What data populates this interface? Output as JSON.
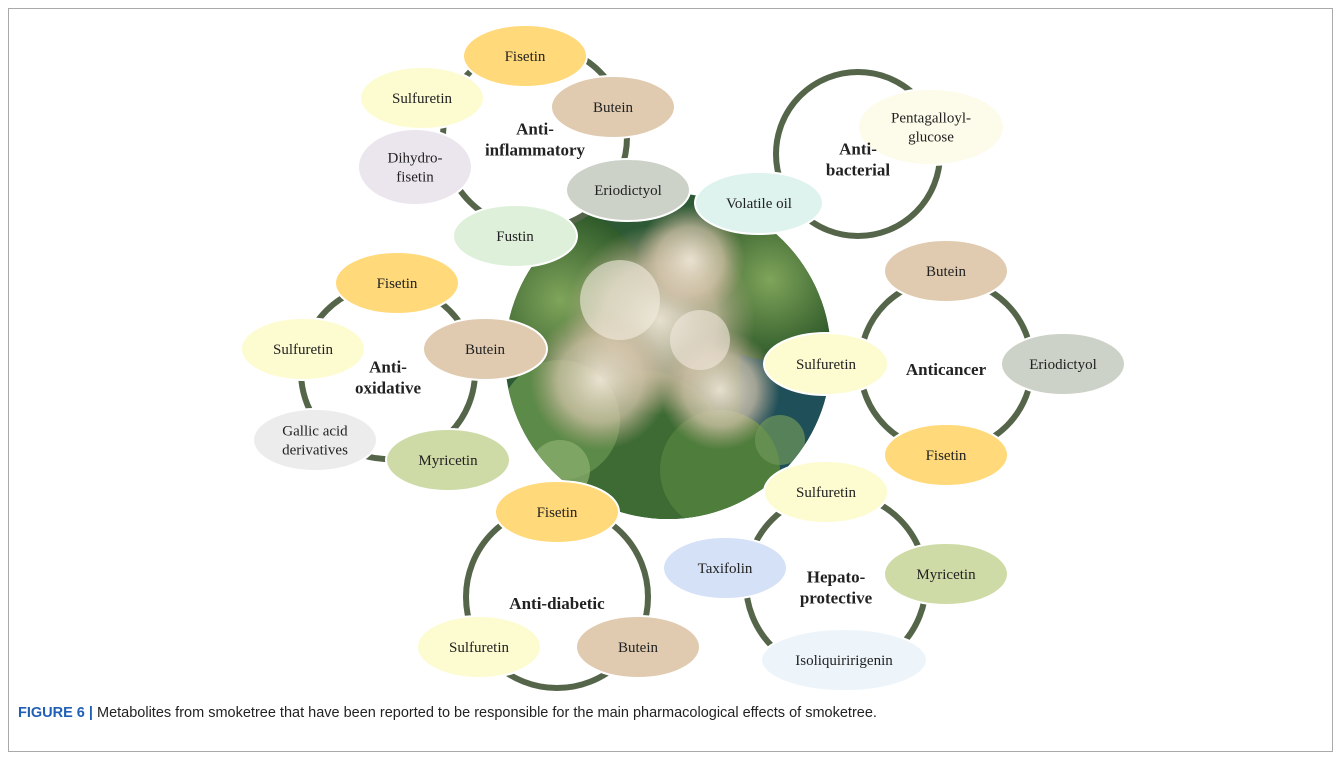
{
  "photo_alt": "smoketree",
  "clusters": [
    {
      "id": "anti-inflammatory",
      "title": [
        "Anti-",
        "inflammatory"
      ],
      "nodes": [
        {
          "label": [
            "Fisetin"
          ],
          "color": "#ffd97a"
        },
        {
          "label": [
            "Butein"
          ],
          "color": "#e0cbb0"
        },
        {
          "label": [
            "Eriodictyol"
          ],
          "color": "#cdd2c8"
        },
        {
          "label": [
            "Fustin"
          ],
          "color": "#def0da"
        },
        {
          "label": [
            "Dihydro-",
            "fisetin"
          ],
          "color": "#ebe6ee"
        },
        {
          "label": [
            "Sulfuretin"
          ],
          "color": "#fdfbd0"
        }
      ]
    },
    {
      "id": "anti-bacterial",
      "title": [
        "Anti-",
        "bacterial"
      ],
      "nodes": [
        {
          "label": [
            "Pentagalloyl-",
            "glucose"
          ],
          "color": "#fdfbea"
        },
        {
          "label": [
            "Volatile oil"
          ],
          "color": "#def3ee"
        }
      ]
    },
    {
      "id": "anti-oxidative",
      "title": [
        "Anti-",
        "oxidative"
      ],
      "nodes": [
        {
          "label": [
            "Fisetin"
          ],
          "color": "#ffd97a"
        },
        {
          "label": [
            "Butein"
          ],
          "color": "#e0cbb0"
        },
        {
          "label": [
            "Myricetin"
          ],
          "color": "#cfdba6"
        },
        {
          "label": [
            "Gallic acid",
            "derivatives"
          ],
          "color": "#ececec"
        },
        {
          "label": [
            "Sulfuretin"
          ],
          "color": "#fdfbd0"
        }
      ]
    },
    {
      "id": "anticancer",
      "title": [
        "Anticancer"
      ],
      "nodes": [
        {
          "label": [
            "Butein"
          ],
          "color": "#e0cbb0"
        },
        {
          "label": [
            "Eriodictyol"
          ],
          "color": "#cdd2c8"
        },
        {
          "label": [
            "Fisetin"
          ],
          "color": "#ffd97a"
        },
        {
          "label": [
            "Sulfuretin"
          ],
          "color": "#fdfbd0"
        }
      ]
    },
    {
      "id": "hepatoprotective",
      "title": [
        "Hepato-",
        "protective"
      ],
      "nodes": [
        {
          "label": [
            "Sulfuretin"
          ],
          "color": "#fdfbd0"
        },
        {
          "label": [
            "Myricetin"
          ],
          "color": "#cfdba6"
        },
        {
          "label": [
            "Isoliquiririgenin"
          ],
          "color": "#edf5fb"
        },
        {
          "label": [
            "Taxifolin"
          ],
          "color": "#d5e1f7"
        }
      ]
    },
    {
      "id": "anti-diabetic",
      "title": [
        "Anti-diabetic"
      ],
      "nodes": [
        {
          "label": [
            "Fisetin"
          ],
          "color": "#ffd97a"
        },
        {
          "label": [
            "Butein"
          ],
          "color": "#e0cbb0"
        },
        {
          "label": [
            "Sulfuretin"
          ],
          "color": "#fdfbd0"
        }
      ]
    }
  ],
  "caption": {
    "label": "FIGURE 6 |",
    "text": "Metabolites from smoketree that have been reported to be responsible for the main pharmacological effects of smoketree."
  }
}
